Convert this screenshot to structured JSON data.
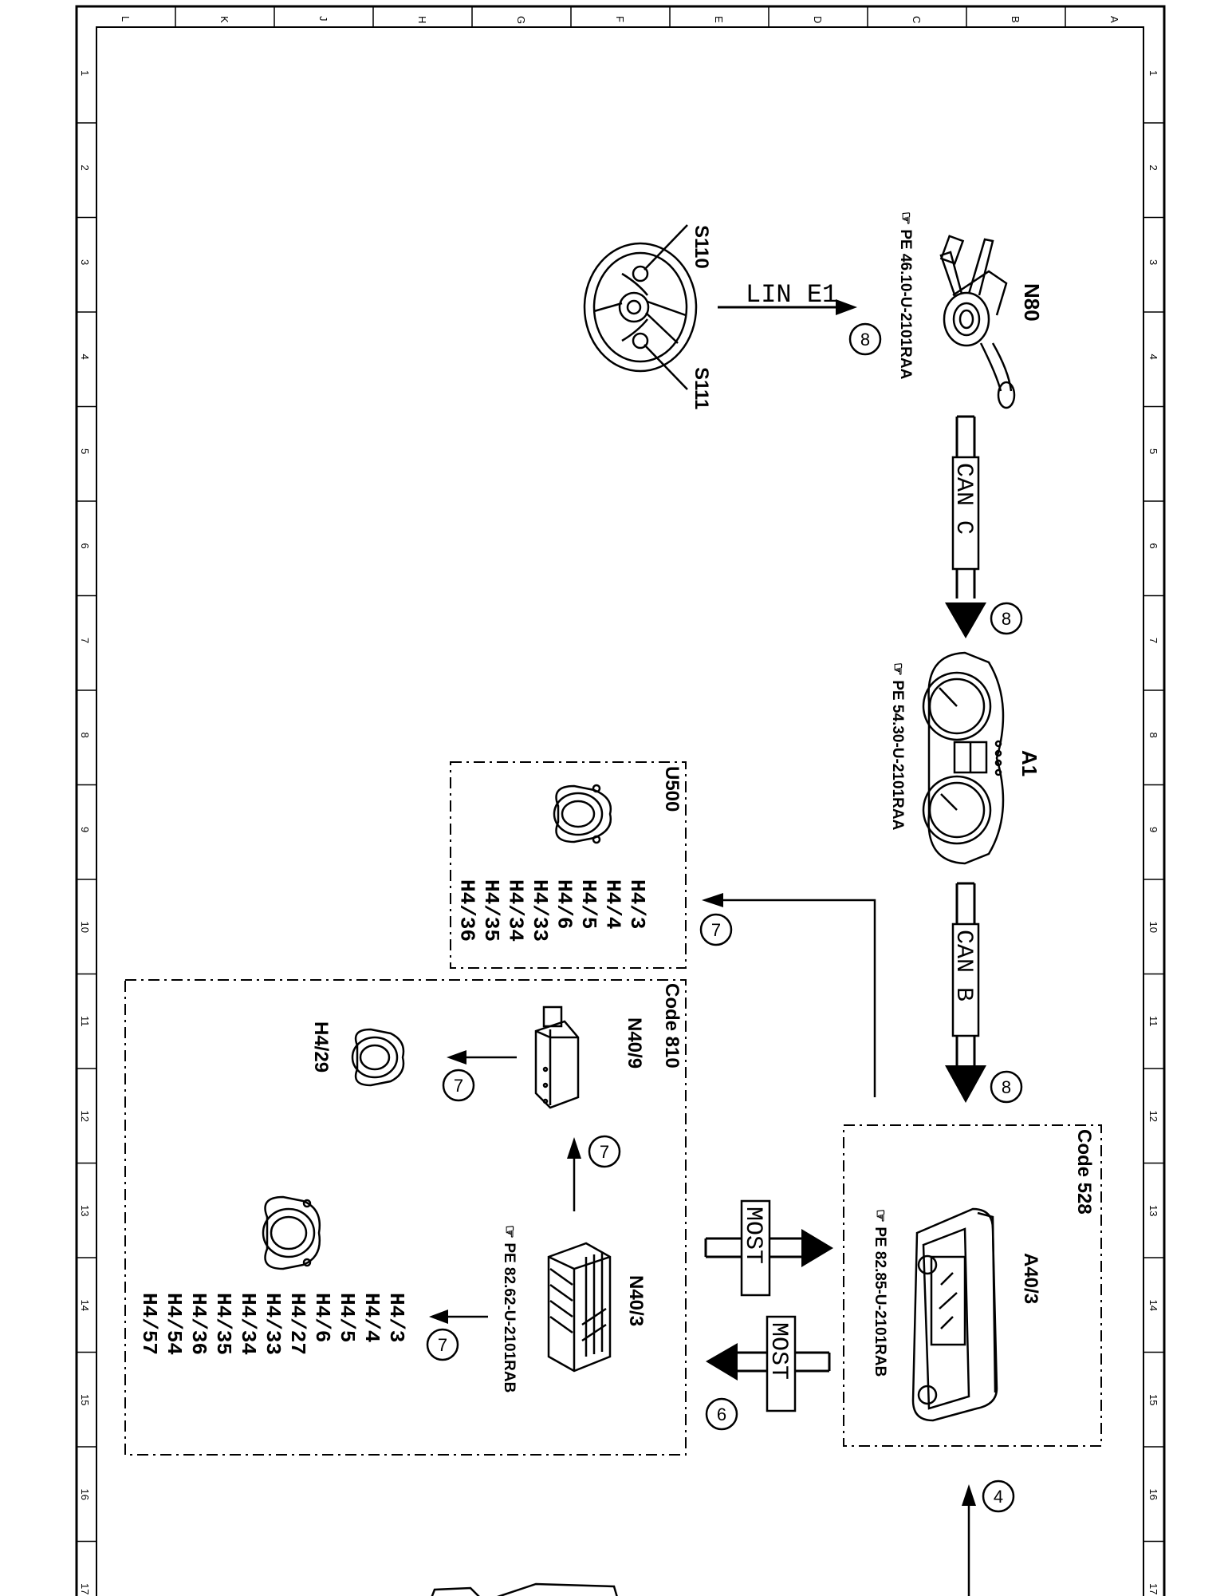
{
  "ruler": {
    "letters": [
      "L",
      "K",
      "J",
      "H",
      "G",
      "F",
      "E",
      "D",
      "C",
      "B",
      "A"
    ],
    "numbers": [
      "1",
      "2",
      "3",
      "4",
      "5",
      "6",
      "7",
      "8",
      "9",
      "10",
      "11",
      "12",
      "13",
      "14",
      "15",
      "16",
      "17"
    ]
  },
  "components": {
    "s110": "S110",
    "s111": "S111",
    "n80": "N80",
    "n80_ref": "PE 46.10-U-2101RAA",
    "a1": "A1",
    "a1_ref": "PE 54.30-U-2101RAA",
    "u500": "U500",
    "u500_list": [
      "H4/3",
      "H4/4",
      "H4/5",
      "H4/6",
      "H4/33",
      "H4/34",
      "H4/35",
      "H4/36"
    ],
    "code810": "Code 810",
    "n40_9": "N40/9",
    "h4_29": "H4/29",
    "n40_3": "N40/3",
    "n40_3_ref": "PE 82.62-U-2101RAB",
    "n40_3_list": [
      "H4/3",
      "H4/4",
      "H4/5",
      "H4/6",
      "H4/27",
      "H4/33",
      "H4/34",
      "H4/35",
      "H4/36",
      "H4/54",
      "H4/57"
    ],
    "code528": "Code 528",
    "a40_3": "A40/3",
    "a40_3_ref": "PE 82.85-U-2101RAB"
  },
  "buses": {
    "lin_e1": "LIN E1",
    "can_c": "CAN C",
    "can_b": "CAN B",
    "most_1": "MOST",
    "most_2": "MOST"
  },
  "markers": {
    "m_lin": "8",
    "m_canc": "8",
    "m_canb": "8",
    "m_u500": "7",
    "m_h429": "7",
    "m_n403_up": "7",
    "m_n403_list": "7",
    "m_most": "6",
    "m_bottom": "4"
  }
}
